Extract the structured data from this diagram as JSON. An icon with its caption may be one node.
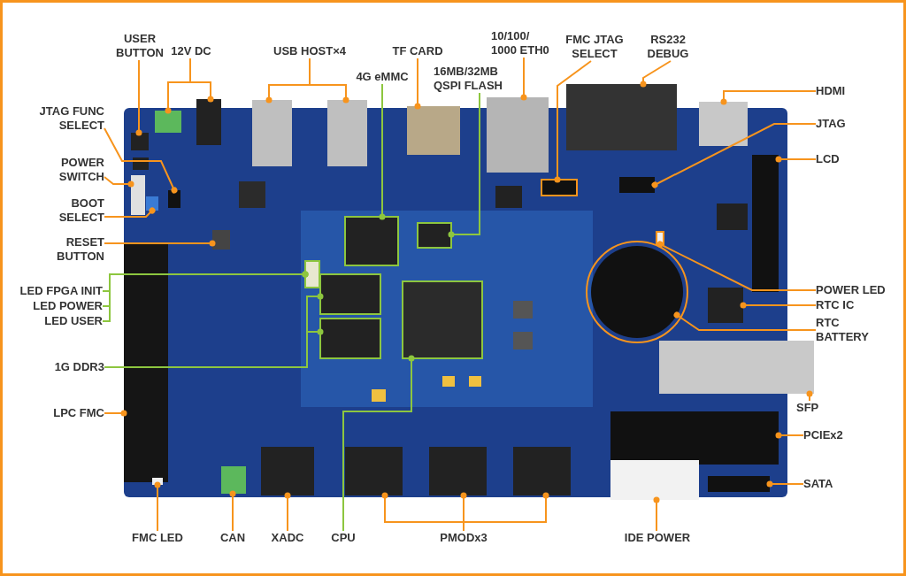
{
  "diagram": {
    "nodes": [
      {
        "text": [
          "USER BUTTON"
        ]
      },
      {
        "text": [
          "12V DC"
        ]
      },
      {
        "text": [
          "USB HOST×4"
        ]
      },
      {
        "text": [
          "TF CARD"
        ]
      },
      {
        "text": [
          "4G eMMC"
        ]
      },
      {
        "text": [
          "10/100/ 1000 ETH0"
        ]
      },
      {
        "text": [
          "16MB/32MB QSPI FLASH"
        ]
      },
      {
        "text": [
          "FMC JTAG SELECT"
        ]
      },
      {
        "text": [
          "RS232 DEBUG"
        ]
      },
      {
        "text": [
          "JTAG FUNC SELECT"
        ]
      },
      {
        "text": [
          "HDMI"
        ]
      },
      {
        "text": [
          "JTAG"
        ]
      },
      {
        "text": [
          "LCD"
        ]
      },
      {
        "text": [
          "POWER SWITCH"
        ]
      },
      {
        "text": [
          "BOOT SELECT"
        ]
      },
      {
        "text": [
          "RESET BUTTON"
        ]
      },
      {
        "text": [
          "LED FPGA INIT"
        ]
      },
      {
        "text": [
          "LED POWER"
        ]
      },
      {
        "text": [
          "LED USER"
        ]
      },
      {
        "text": [
          "POWER LED"
        ]
      },
      {
        "text": [
          "RTC IC"
        ]
      },
      {
        "text": [
          "RTC BATTERY"
        ]
      },
      {
        "text": [
          "1G DDR3"
        ]
      },
      {
        "text": [
          "SFP"
        ]
      },
      {
        "text": [
          "LPC FMC"
        ]
      },
      {
        "text": [
          "PCIEx2"
        ]
      },
      {
        "text": [
          "SATA"
        ]
      },
      {
        "text": [
          "FMC LED"
        ]
      },
      {
        "text": [
          "CAN"
        ]
      },
      {
        "text": [
          "XADC"
        ]
      },
      {
        "text": [
          "CPU"
        ]
      },
      {
        "text": [
          "PMODx3"
        ]
      },
      {
        "text": [
          "IDE POWER"
        ]
      },
      {
        "text": [],
        "shape": "box"
      },
      {
        "text": [],
        "shape": "box"
      },
      {
        "text": [],
        "shape": "box"
      },
      {
        "text": [],
        "shape": "box"
      },
      {
        "text": [],
        "shape": "box"
      },
      {
        "text": [],
        "shape": "box"
      },
      {
        "text": [],
        "shape": "box"
      },
      {
        "text": [],
        "shape": "box"
      },
      {
        "text": [],
        "shape": "box"
      },
      {
        "text": [],
        "shape": "box"
      },
      {
        "text": [],
        "shape": "box"
      },
      {
        "text": [],
        "shape": "box"
      },
      {
        "text": [],
        "shape": "box"
      },
      {
        "text": [],
        "shape": "box"
      },
      {
        "text": [],
        "shape": "box"
      },
      {
        "text": [],
        "shape": "box"
      },
      {
        "text": [],
        "shape": "box"
      },
      {
        "text": [],
        "shape": "box"
      },
      {
        "text": [],
        "shape": "box"
      },
      {
        "text": [],
        "shape": "box"
      },
      {
        "text": [],
        "shape": "box"
      },
      {
        "text": [],
        "shape": "box"
      },
      {
        "text": [],
        "shape": "box"
      },
      {
        "text": [],
        "shape": "circle"
      },
      {
        "text": [],
        "shape": "box"
      },
      {
        "text": [],
        "shape": "box"
      },
      {
        "text": [],
        "shape": "box"
      },
      {
        "text": [],
        "shape": "box"
      },
      {
        "text": [],
        "shape": "box"
      },
      {
        "text": [],
        "shape": "box"
      },
      {
        "text": [],
        "shape": "box"
      },
      {
        "text": [],
        "shape": "box"
      },
      {
        "text": [],
        "shape": "box"
      },
      {
        "text": [],
        "shape": "box"
      },
      {
        "text": [],
        "shape": "box"
      },
      {
        "text": [],
        "shape": "box"
      }
    ],
    "edges": [
      {
        "from": 0,
        "to": 33,
        "arrow": "other"
      },
      {
        "from": 1,
        "to": 34,
        "arrow": "other"
      },
      {
        "from": 1,
        "to": 35,
        "arrow": "other"
      },
      {
        "from": 2,
        "to": 36,
        "arrow": "other"
      },
      {
        "from": 2,
        "to": 37,
        "arrow": "other"
      },
      {
        "from": 3,
        "to": 38,
        "arrow": "other"
      },
      {
        "from": 4,
        "to": 39,
        "arrow": "other",
        "color": "#8dc63f"
      },
      {
        "from": 5,
        "to": 40,
        "arrow": "other"
      },
      {
        "from": 6,
        "to": 41,
        "arrow": "other",
        "color": "#8dc63f"
      },
      {
        "from": 7,
        "to": 42,
        "arrow": "other"
      },
      {
        "from": 8,
        "to": 43,
        "arrow": "other"
      },
      {
        "from": 9,
        "to": 44,
        "arrow": "other"
      },
      {
        "from": 10,
        "to": 45,
        "arrow": "other"
      },
      {
        "from": 11,
        "to": 46,
        "arrow": "other"
      },
      {
        "from": 12,
        "to": 47,
        "arrow": "other"
      },
      {
        "from": 13,
        "to": 48,
        "arrow": "other"
      },
      {
        "from": 14,
        "to": 49,
        "arrow": "other"
      },
      {
        "from": 15,
        "to": 50,
        "arrow": "other"
      },
      {
        "from": 16,
        "to": 51,
        "arrow": "other",
        "color": "#8dc63f"
      },
      {
        "from": 17,
        "to": 51,
        "arrow": "other",
        "color": "#8dc63f"
      },
      {
        "from": 18,
        "to": 51,
        "arrow": "other",
        "color": "#8dc63f"
      },
      {
        "from": 22,
        "to": 52,
        "arrow": "other",
        "color": "#8dc63f"
      },
      {
        "from": 22,
        "to": 53,
        "arrow": "other",
        "color": "#8dc63f"
      },
      {
        "from": 19,
        "to": 54,
        "arrow": "other"
      },
      {
        "from": 20,
        "to": 55,
        "arrow": "other"
      },
      {
        "from": 21,
        "to": 56,
        "arrow": "other"
      },
      {
        "from": 23,
        "to": 57,
        "arrow": "other"
      },
      {
        "from": 24,
        "to": 58,
        "arrow": "other"
      },
      {
        "from": 25,
        "to": 59,
        "arrow": "other"
      },
      {
        "from": 26,
        "to": 60,
        "arrow": "other"
      },
      {
        "from": 27,
        "to": 61,
        "arrow": "other"
      },
      {
        "from": 28,
        "to": 62,
        "arrow": "other"
      },
      {
        "from": 29,
        "to": 63,
        "arrow": "other"
      },
      {
        "from": 30,
        "to": 64,
        "arrow": "other",
        "color": "#8dc63f"
      },
      {
        "from": 31,
        "to": 65,
        "arrow": "other"
      },
      {
        "from": 31,
        "to": 66,
        "arrow": "other"
      },
      {
        "from": 31,
        "to": 67,
        "arrow": "other"
      },
      {
        "from": 32,
        "to": 68,
        "arrow": "other"
      }
    ]
  }
}
